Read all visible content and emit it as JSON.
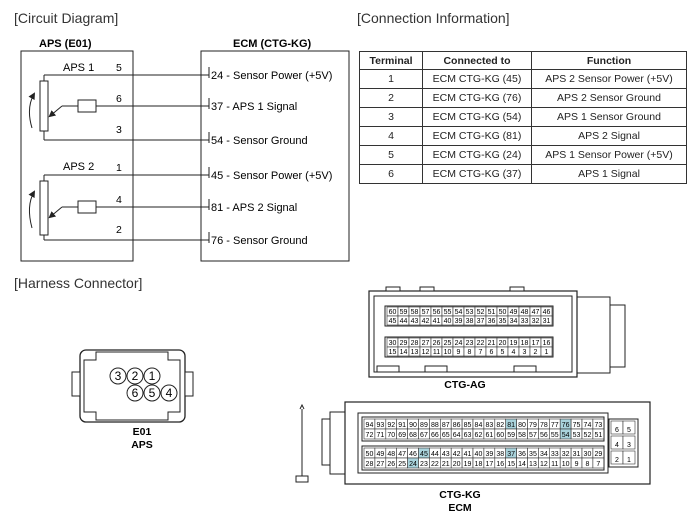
{
  "sections": {
    "circuit": "[Circuit Diagram]",
    "connection": "[Connection Information]",
    "harness": "[Harness Connector]"
  },
  "circuit": {
    "left_title": "APS (E01)",
    "right_title": "ECM (CTG-KG)",
    "aps1_label": "APS 1",
    "aps2_label": "APS 2",
    "pins": [
      "5",
      "6",
      "3",
      "1",
      "4",
      "2"
    ],
    "wires": [
      {
        "num": "24",
        "text": " - Sensor Power (+5V)"
      },
      {
        "num": "37",
        "text": " - APS 1 Signal"
      },
      {
        "num": "54",
        "text": " - Sensor Ground"
      },
      {
        "num": "45",
        "text": " - Sensor Power (+5V)"
      },
      {
        "num": "81",
        "text": " - APS 2 Signal"
      },
      {
        "num": "76",
        "text": " - Sensor Ground"
      }
    ]
  },
  "table": {
    "headers": [
      "Terminal",
      "Connected to",
      "Function"
    ],
    "rows": [
      [
        "1",
        "ECM CTG-KG (45)",
        "APS 2 Sensor Power  (+5V)"
      ],
      [
        "2",
        "ECM CTG-KG (76)",
        "APS 2 Sensor Ground"
      ],
      [
        "3",
        "ECM CTG-KG (54)",
        "APS 1 Sensor Ground"
      ],
      [
        "4",
        "ECM CTG-KG (81)",
        "APS 2 Signal"
      ],
      [
        "5",
        "ECM CTG-KG (24)",
        "APS 1 Sensor Power  (+5V)"
      ],
      [
        "6",
        "ECM CTG-KG (37)",
        "APS 1 Signal"
      ]
    ]
  },
  "harness": {
    "e01_pins_top": [
      "3",
      "2",
      "1"
    ],
    "e01_pins_bottom": [
      "6",
      "5",
      "4"
    ],
    "e01_label": "E01",
    "e01_sub": "APS",
    "ctg_ag": {
      "label": "CTG-AG",
      "row1": [
        "60",
        "59",
        "58",
        "57",
        "56",
        "55",
        "54",
        "53",
        "52",
        "51",
        "50",
        "49",
        "48",
        "47",
        "46"
      ],
      "row2": [
        "45",
        "44",
        "43",
        "42",
        "41",
        "40",
        "39",
        "38",
        "37",
        "36",
        "35",
        "34",
        "33",
        "32",
        "31"
      ],
      "row3": [
        "30",
        "29",
        "28",
        "27",
        "26",
        "25",
        "24",
        "23",
        "22",
        "21",
        "20",
        "19",
        "18",
        "17",
        "16"
      ],
      "row4": [
        "15",
        "14",
        "13",
        "12",
        "11",
        "10",
        "9",
        "8",
        "7",
        "6",
        "5",
        "4",
        "3",
        "2",
        "1"
      ]
    },
    "ctg_kg": {
      "label": "CTG-KG",
      "sub": "ECM",
      "row1": [
        "94",
        "93",
        "92",
        "91",
        "90",
        "89",
        "88",
        "87",
        "86",
        "85",
        "84",
        "83",
        "82",
        "81",
        "80",
        "79",
        "78",
        "77",
        "76",
        "75",
        "74",
        "73"
      ],
      "row2": [
        "72",
        "71",
        "70",
        "69",
        "68",
        "67",
        "66",
        "65",
        "64",
        "63",
        "62",
        "61",
        "60",
        "59",
        "58",
        "57",
        "56",
        "55",
        "54",
        "53",
        "52",
        "51"
      ],
      "row3": [
        "50",
        "49",
        "48",
        "47",
        "46",
        "45",
        "44",
        "43",
        "42",
        "41",
        "40",
        "39",
        "38",
        "37",
        "36",
        "35",
        "34",
        "33",
        "32",
        "31",
        "30",
        "29"
      ],
      "row4": [
        "28",
        "27",
        "26",
        "25",
        "24",
        "23",
        "22",
        "21",
        "20",
        "19",
        "18",
        "17",
        "16",
        "15",
        "14",
        "13",
        "12",
        "11",
        "10",
        "9",
        "8",
        "7"
      ],
      "side_pins": [
        [
          "6",
          "5"
        ],
        [
          "4",
          "3"
        ],
        [
          "2",
          "1"
        ]
      ],
      "highlighted": [
        "81",
        "76",
        "54",
        "45",
        "37",
        "24"
      ],
      "highlight_color": "#a9d3dc"
    }
  }
}
